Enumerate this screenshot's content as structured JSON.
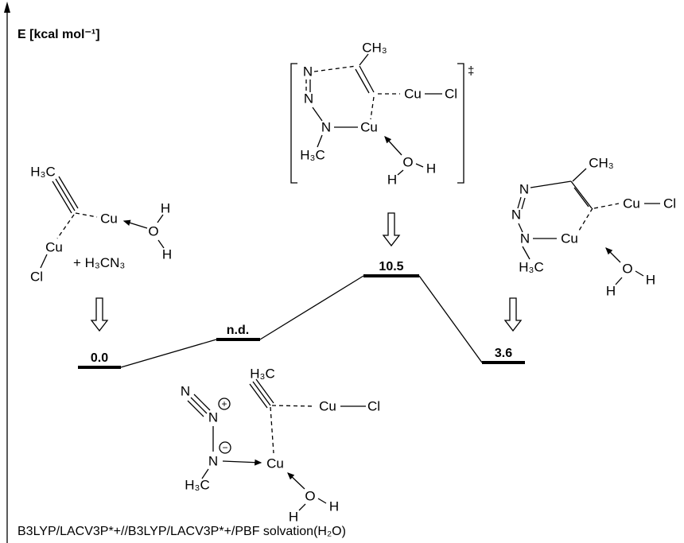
{
  "axis": {
    "label": "E [kcal mol⁻¹]"
  },
  "footer": "B3LYP/LACV3P*+//B3LYP/LACV3P*+/PBF solvation(H₂O)",
  "levels": [
    {
      "label": "0.0",
      "energy": 0.0
    },
    {
      "label": "n.d.",
      "energy": null
    },
    {
      "label": "10.5",
      "energy": 10.5
    },
    {
      "label": "3.6",
      "energy": 3.6
    }
  ],
  "reactant": {
    "h3c": "H₃C",
    "cu1": "Cu",
    "cu2": "Cu",
    "cl": "Cl",
    "o": "O",
    "h1": "H",
    "h2": "H",
    "plus": "+ H₃CN₃"
  },
  "ts": {
    "ch3": "CH₃",
    "n1": "N",
    "n2": "N",
    "n3": "N",
    "cu1": "Cu",
    "cu2": "Cu",
    "cl": "Cl",
    "h3c": "H₃C",
    "o": "O",
    "h1": "H",
    "h2": "H",
    "dagger": "‡"
  },
  "product": {
    "ch3": "CH₃",
    "n1": "N",
    "n2": "N",
    "n3": "N",
    "cu1": "Cu",
    "cu2": "Cu",
    "cl": "Cl",
    "h3c": "H₃C",
    "o": "O",
    "h1": "H",
    "h2": "H"
  },
  "intermediate": {
    "n1": "N",
    "n2": "N",
    "n3": "N",
    "plus": "+",
    "minus": "−",
    "h3c_n": "H₃C",
    "h3c": "H₃C",
    "cu1": "Cu",
    "cu2": "Cu",
    "cl": "Cl",
    "o": "O",
    "h1": "H",
    "h2": "H"
  }
}
